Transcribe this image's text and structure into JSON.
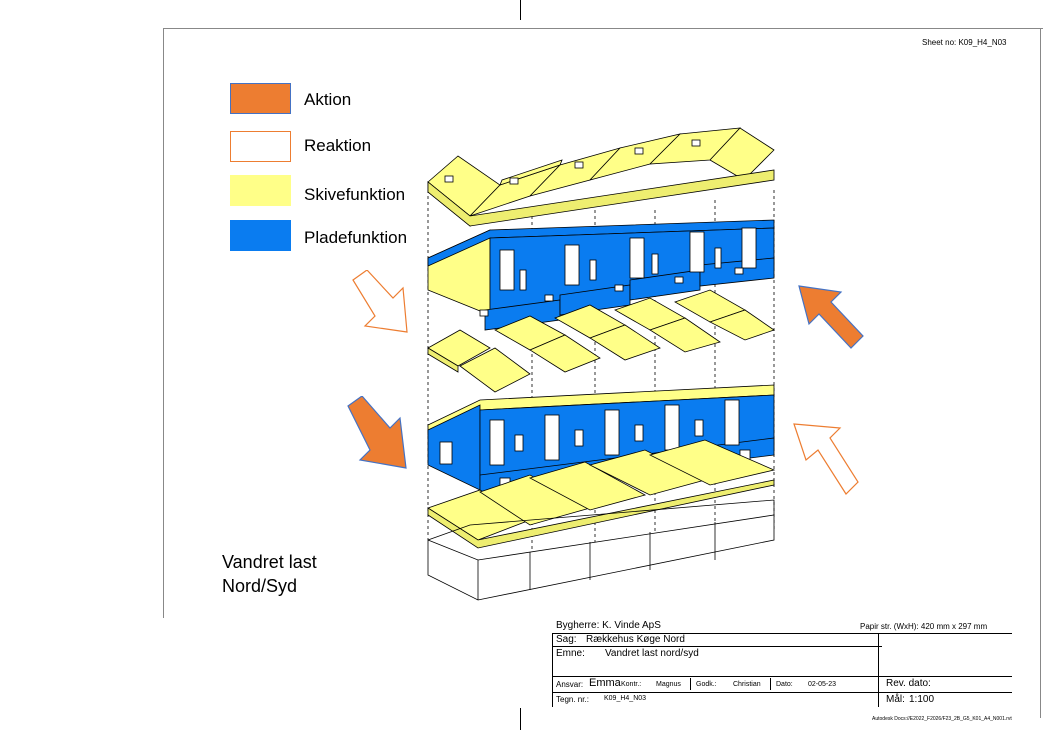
{
  "sheet_no": "Sheet no: K09_H4_N03",
  "legend": [
    {
      "label": "Aktion",
      "fill": "#ED7D31",
      "stroke": "#4472C4"
    },
    {
      "label": "Reaktion",
      "fill": "#FFFFFF",
      "stroke": "#ED7D31"
    },
    {
      "label": "Skivefunktion",
      "fill": "#FFFF88",
      "stroke": "#FFFF88"
    },
    {
      "label": "Pladefunktion",
      "fill": "#0A7CF0",
      "stroke": "#0A7CF0"
    }
  ],
  "load_title_line1": "Vandret last",
  "load_title_line2": "Nord/Syd",
  "title_block": {
    "bygherre": "Bygherre: K. Vinde ApS",
    "papir": "Papir str. (WxH):  420 mm x 297 mm",
    "sag_label": "Sag:",
    "sag_value": "Rækkehus Køge Nord",
    "emne_label": "Emne:",
    "emne_value": "Vandret last nord/syd",
    "ansvar_label": "Ansvar:",
    "ansvar_value": "Emma",
    "kontr": "Kontr.:",
    "kontr_value": "Magnus",
    "godk": "Godk.:",
    "godk_value": "Christian",
    "dato": "Dato:",
    "dato_value": "02-05-23",
    "rev": "Rev. dato:",
    "tegn_label": "Tegn. nr.:",
    "tegn_value": "K09_H4_N03",
    "maal_label": "Mål:",
    "maal_value": "1:100",
    "file_path": "Autodesk Docs://E2022_F2026/F23_2B_G5_K01_A4_N001.rvt"
  },
  "colors": {
    "aktion": "#ED7D31",
    "aktion_border": "#4472C4",
    "skive": "#FFFF88",
    "plade": "#0A7CF0"
  }
}
